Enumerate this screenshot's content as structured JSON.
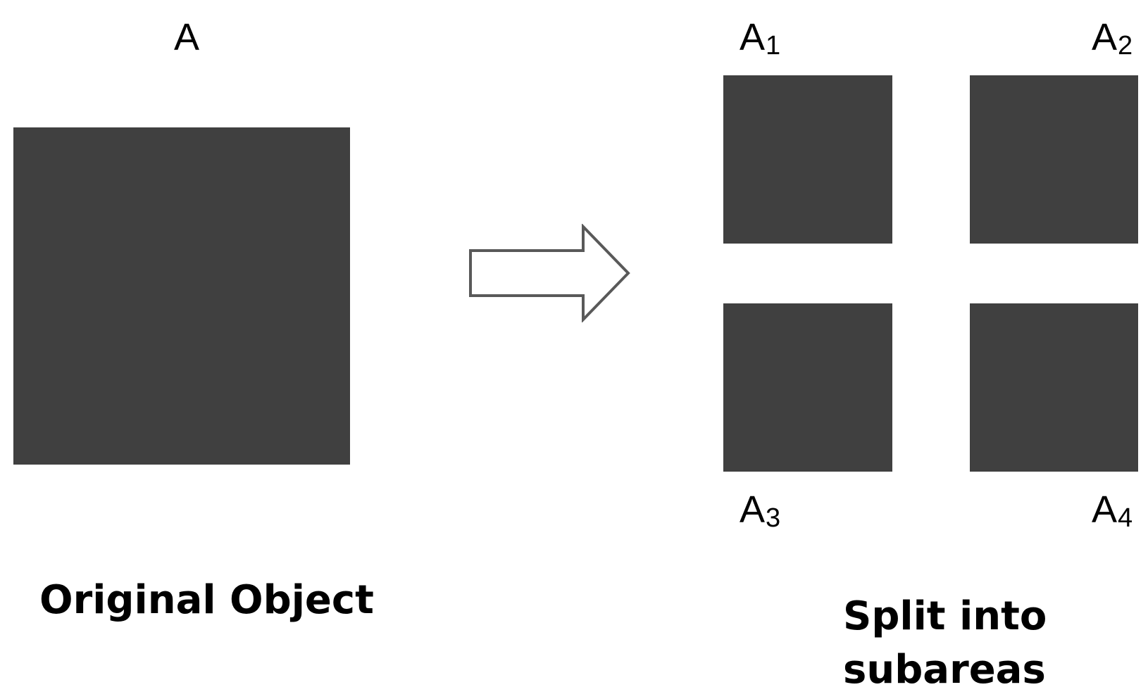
{
  "original": {
    "label": "A",
    "caption": "Original Object"
  },
  "subareas": [
    {
      "base": "A",
      "sub": "1"
    },
    {
      "base": "A",
      "sub": "2"
    },
    {
      "base": "A",
      "sub": "3"
    },
    {
      "base": "A",
      "sub": "4"
    }
  ],
  "result": {
    "caption_line1": "Split into",
    "caption_line2": "subareas"
  },
  "colors": {
    "shape_fill": "#404040",
    "arrow_stroke": "#595959"
  },
  "icons": {
    "arrow": "right-arrow-icon"
  }
}
